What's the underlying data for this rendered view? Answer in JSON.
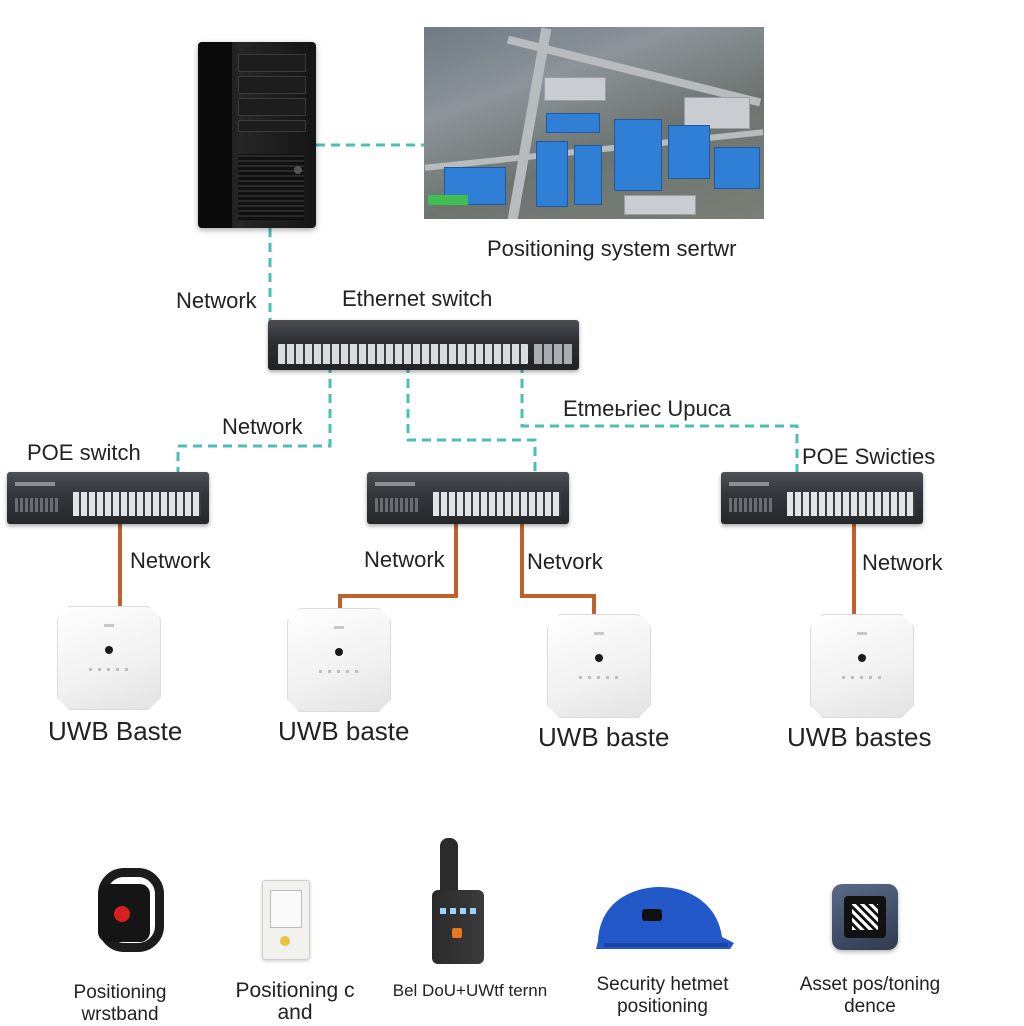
{
  "top": {
    "server_caption": "Positioning system sertwr"
  },
  "labels": {
    "network_top": "Network",
    "ethernet_switch": "Ethernet switch",
    "network_left": "Network",
    "ethernet_uplink": "Etmeьriec Upuca",
    "poe_switch_left": "POE switch",
    "poe_switch_right": "POE Swicties"
  },
  "poe_links": [
    "Network",
    "Network",
    "Netvork",
    "Network"
  ],
  "uwb_labels": [
    "UWB Baste",
    "UWB baste",
    "UWB baste",
    "UWB bastes"
  ],
  "devices": [
    {
      "name": "wristband",
      "line1": "Positioning",
      "line2": "wrstband"
    },
    {
      "name": "card",
      "line1": "Positioning c",
      "line2": "and"
    },
    {
      "name": "terminal",
      "line1": "Bel DoU+UWtf ternn",
      "line2": ""
    },
    {
      "name": "helmet",
      "line1": "Security hetmet",
      "line2": "positioning"
    },
    {
      "name": "asset",
      "line1": "Asset pos/toning",
      "line2": "dence"
    }
  ],
  "colors": {
    "network_dashed": "#4bbfb3",
    "poe_cable": "#c0602a",
    "helmet": "#2258c8"
  },
  "icons": [
    "server-tower-icon",
    "map-screenshot-icon",
    "ethernet-switch-icon",
    "poe-switch-icon",
    "uwb-base-station-icon",
    "wristband-icon",
    "card-icon",
    "terminal-icon",
    "helmet-icon",
    "asset-tag-icon"
  ]
}
